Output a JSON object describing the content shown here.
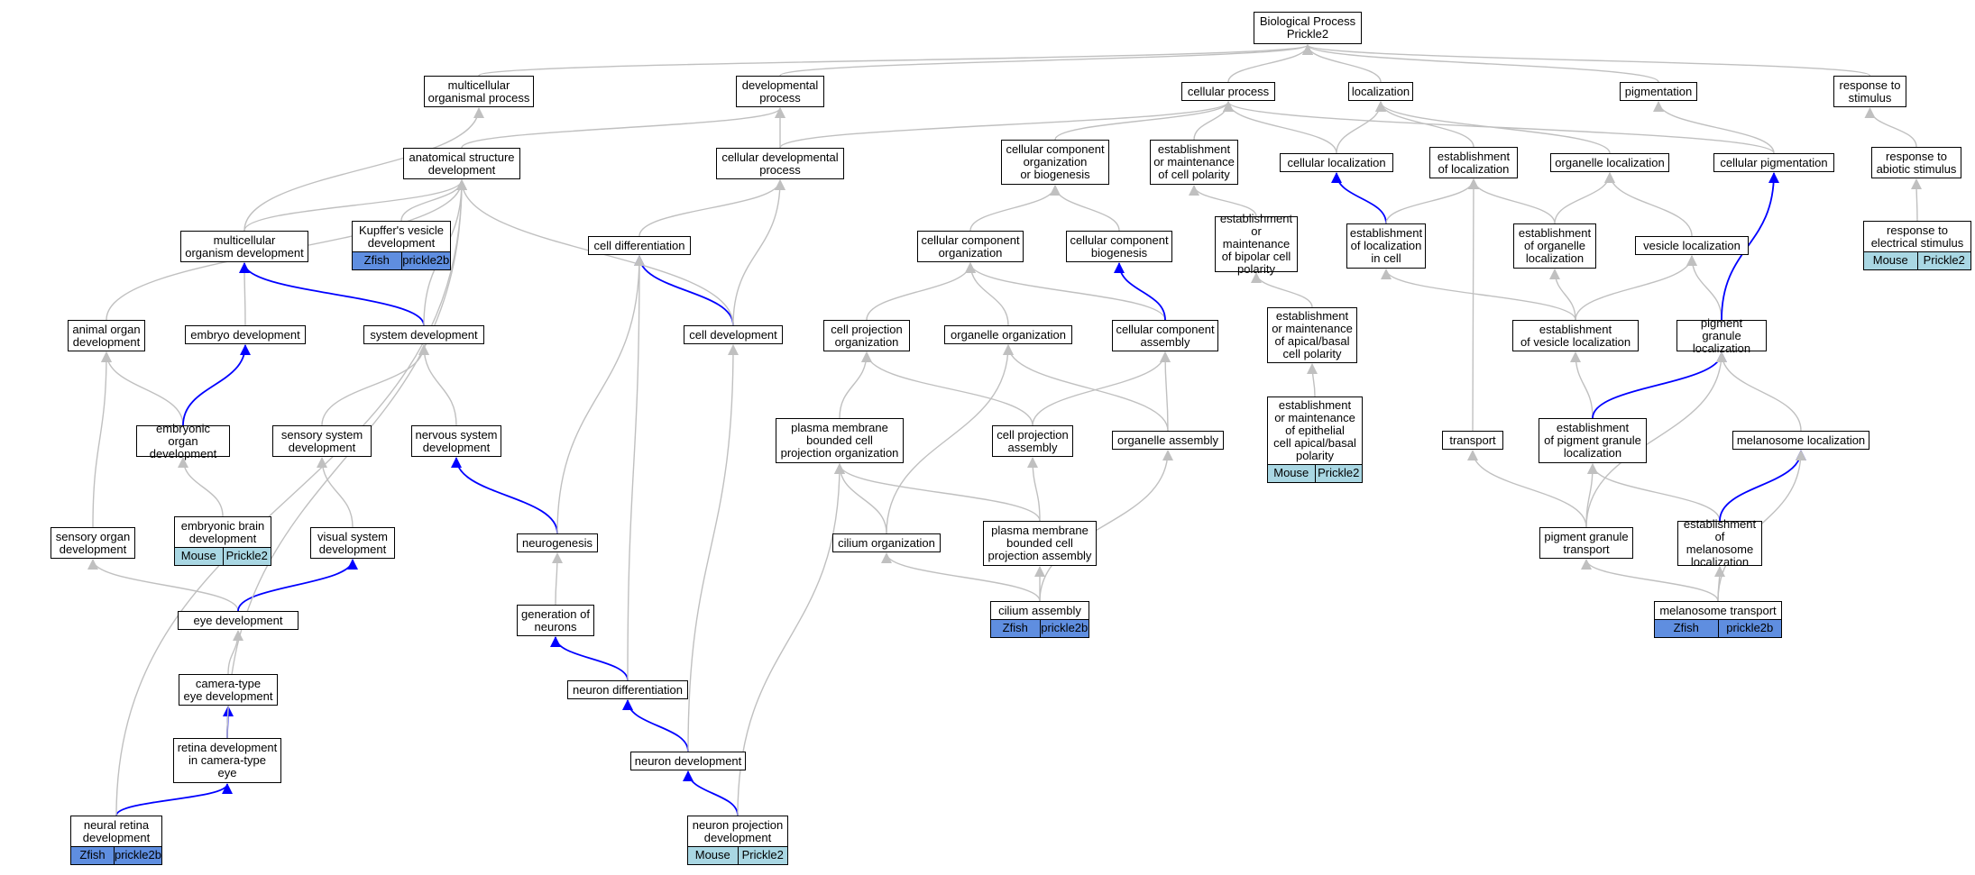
{
  "colors": {
    "edge_default": "#c0c0c0",
    "edge_highlight": "#0000ff",
    "zfish_fill": "#5f8ee0",
    "mouse_fill": "#a9d7e3",
    "node_border": "#000000"
  },
  "nodes": {
    "bp_root": "Biological Process\nPrickle2",
    "multicellular_organismal_process": "multicellular\norganismal process",
    "developmental_process": "developmental\nprocess",
    "cellular_process": "cellular process",
    "localization": "localization",
    "pigmentation": "pigmentation",
    "response_to_stimulus": "response to\nstimulus",
    "anatomical_structure_development": "anatomical structure\ndevelopment",
    "cellular_developmental_process": "cellular developmental\nprocess",
    "cellular_component_org_biogenesis": "cellular component\norganization\nor biogenesis",
    "est_maint_cell_polarity": "establishment\nor maintenance\nof cell polarity",
    "cellular_localization": "cellular localization",
    "establishment_of_localization": "establishment\nof localization",
    "organelle_localization": "organelle localization",
    "cellular_pigmentation": "cellular pigmentation",
    "response_to_abiotic_stimulus": "response to\nabiotic stimulus",
    "multicellular_organism_development": "multicellular\norganism development",
    "kupffers_vesicle_development": "Kupffer's vesicle\ndevelopment",
    "cell_differentiation": "cell differentiation",
    "cellular_component_organization": "cellular component\norganization",
    "cellular_component_biogenesis": "cellular component\nbiogenesis",
    "est_maint_bipolar_cell_polarity": "establishment\nor maintenance\nof bipolar cell\npolarity",
    "establishment_of_localization_in_cell": "establishment\nof localization\nin cell",
    "establishment_of_organelle_localization": "establishment\nof organelle\nlocalization",
    "vesicle_localization": "vesicle localization",
    "response_to_electrical_stimulus": "response to\nelectrical stimulus",
    "animal_organ_development": "animal organ\ndevelopment",
    "embryo_development": "embryo development",
    "system_development": "system development",
    "cell_development": "cell development",
    "cell_projection_organization": "cell projection\norganization",
    "organelle_organization": "organelle organization",
    "cellular_component_assembly": "cellular component\nassembly",
    "est_maint_apical_basal_cell_polarity": "establishment\nor maintenance\nof apical/basal\ncell polarity",
    "establishment_of_vesicle_localization": "establishment\nof vesicle localization",
    "pigment_granule_localization": "pigment granule\nlocalization",
    "embryonic_organ_development": "embryonic organ\ndevelopment",
    "sensory_system_development": "sensory system\ndevelopment",
    "nervous_system_development": "nervous system\ndevelopment",
    "plasma_membrane_bounded_cell_projection_organization": "plasma membrane\nbounded cell\nprojection organization",
    "cell_projection_assembly": "cell projection\nassembly",
    "organelle_assembly": "organelle assembly",
    "est_maint_epithelial_cell_apical_basal_polarity": "establishment\nor maintenance\nof epithelial\ncell apical/basal\npolarity",
    "transport": "transport",
    "establishment_of_pigment_granule_localization": "establishment\nof pigment granule\nlocalization",
    "melanosome_localization": "melanosome localization",
    "embryonic_brain_development": "embryonic brain\ndevelopment",
    "sensory_organ_development": "sensory organ\ndevelopment",
    "visual_system_development": "visual system\ndevelopment",
    "neurogenesis": "neurogenesis",
    "cilium_organization": "cilium organization",
    "plasma_membrane_bounded_cell_projection_assembly": "plasma membrane\nbounded cell\nprojection assembly",
    "pigment_granule_transport": "pigment granule\ntransport",
    "establishment_of_melanosome_localization": "establishment\nof melanosome\nlocalization",
    "eye_development": "eye development",
    "generation_of_neurons": "generation of\nneurons",
    "cilium_assembly": "cilium assembly",
    "melanosome_transport": "melanosome transport",
    "camera_type_eye_development": "camera-type\neye development",
    "neuron_differentiation": "neuron differentiation",
    "retina_development_in_camera_type_eye": "retina development\nin camera-type\neye",
    "neuron_development": "neuron development",
    "neural_retina_development": "neural retina\ndevelopment",
    "neuron_projection_development": "neuron projection\ndevelopment"
  },
  "annotations": {
    "kupffers_vesicle_development": {
      "species": "Zfish",
      "gene": "prickle2b",
      "kind": "zfish"
    },
    "embryonic_brain_development": {
      "species": "Mouse",
      "gene": "Prickle2",
      "kind": "mouse"
    },
    "est_maint_epithelial_cell_apical_basal_polarity": {
      "species": "Mouse",
      "gene": "Prickle2",
      "kind": "mouse"
    },
    "response_to_electrical_stimulus": {
      "species": "Mouse",
      "gene": "Prickle2",
      "kind": "mouse"
    },
    "cilium_assembly": {
      "species": "Zfish",
      "gene": "prickle2b",
      "kind": "zfish"
    },
    "melanosome_transport": {
      "species": "Zfish",
      "gene": "prickle2b",
      "kind": "zfish"
    },
    "neural_retina_development": {
      "species": "Zfish",
      "gene": "prickle2b",
      "kind": "zfish"
    },
    "neuron_projection_development": {
      "species": "Mouse",
      "gene": "Prickle2",
      "kind": "mouse"
    }
  },
  "edges": [
    {
      "child": "multicellular_organismal_process",
      "parent": "bp_root",
      "highlight": false
    },
    {
      "child": "developmental_process",
      "parent": "bp_root",
      "highlight": false
    },
    {
      "child": "cellular_process",
      "parent": "bp_root",
      "highlight": false
    },
    {
      "child": "localization",
      "parent": "bp_root",
      "highlight": false
    },
    {
      "child": "pigmentation",
      "parent": "bp_root",
      "highlight": false
    },
    {
      "child": "response_to_stimulus",
      "parent": "bp_root",
      "highlight": false
    },
    {
      "child": "anatomical_structure_development",
      "parent": "developmental_process",
      "highlight": false
    },
    {
      "child": "cellular_developmental_process",
      "parent": "developmental_process",
      "highlight": false
    },
    {
      "child": "cellular_developmental_process",
      "parent": "cellular_process",
      "highlight": false
    },
    {
      "child": "cellular_component_org_biogenesis",
      "parent": "cellular_process",
      "highlight": false
    },
    {
      "child": "est_maint_cell_polarity",
      "parent": "cellular_process",
      "highlight": false
    },
    {
      "child": "cellular_localization",
      "parent": "cellular_process",
      "highlight": false
    },
    {
      "child": "cellular_localization",
      "parent": "localization",
      "highlight": false
    },
    {
      "child": "establishment_of_localization",
      "parent": "localization",
      "highlight": false
    },
    {
      "child": "organelle_localization",
      "parent": "localization",
      "highlight": false
    },
    {
      "child": "cellular_pigmentation",
      "parent": "cellular_process",
      "highlight": false
    },
    {
      "child": "cellular_pigmentation",
      "parent": "pigmentation",
      "highlight": false
    },
    {
      "child": "response_to_abiotic_stimulus",
      "parent": "response_to_stimulus",
      "highlight": false
    },
    {
      "child": "multicellular_organism_development",
      "parent": "multicellular_organismal_process",
      "highlight": false
    },
    {
      "child": "multicellular_organism_development",
      "parent": "anatomical_structure_development",
      "highlight": false
    },
    {
      "child": "kupffers_vesicle_development",
      "parent": "anatomical_structure_development",
      "highlight": false
    },
    {
      "child": "cell_differentiation",
      "parent": "cellular_developmental_process",
      "highlight": false
    },
    {
      "child": "cellular_component_organization",
      "parent": "cellular_component_org_biogenesis",
      "highlight": false
    },
    {
      "child": "cellular_component_biogenesis",
      "parent": "cellular_component_org_biogenesis",
      "highlight": false
    },
    {
      "child": "est_maint_bipolar_cell_polarity",
      "parent": "est_maint_cell_polarity",
      "highlight": false
    },
    {
      "child": "establishment_of_localization_in_cell",
      "parent": "cellular_localization",
      "highlight": true
    },
    {
      "child": "establishment_of_localization_in_cell",
      "parent": "establishment_of_localization",
      "highlight": false
    },
    {
      "child": "establishment_of_organelle_localization",
      "parent": "establishment_of_localization",
      "highlight": false
    },
    {
      "child": "establishment_of_organelle_localization",
      "parent": "organelle_localization",
      "highlight": false
    },
    {
      "child": "vesicle_localization",
      "parent": "organelle_localization",
      "highlight": false
    },
    {
      "child": "response_to_electrical_stimulus",
      "parent": "response_to_abiotic_stimulus",
      "highlight": false
    },
    {
      "child": "animal_organ_development",
      "parent": "anatomical_structure_development",
      "highlight": false
    },
    {
      "child": "embryo_development",
      "parent": "multicellular_organism_development",
      "highlight": false
    },
    {
      "child": "system_development",
      "parent": "multicellular_organism_development",
      "highlight": true
    },
    {
      "child": "system_development",
      "parent": "anatomical_structure_development",
      "highlight": false
    },
    {
      "child": "cell_development",
      "parent": "cell_differentiation",
      "highlight": true
    },
    {
      "child": "cell_development",
      "parent": "cellular_developmental_process",
      "highlight": false
    },
    {
      "child": "cell_development",
      "parent": "anatomical_structure_development",
      "highlight": false
    },
    {
      "child": "cell_projection_organization",
      "parent": "cellular_component_organization",
      "highlight": false
    },
    {
      "child": "organelle_organization",
      "parent": "cellular_component_organization",
      "highlight": false
    },
    {
      "child": "cellular_component_assembly",
      "parent": "cellular_component_organization",
      "highlight": false
    },
    {
      "child": "cellular_component_assembly",
      "parent": "cellular_component_biogenesis",
      "highlight": true
    },
    {
      "child": "est_maint_apical_basal_cell_polarity",
      "parent": "est_maint_bipolar_cell_polarity",
      "highlight": false
    },
    {
      "child": "establishment_of_vesicle_localization",
      "parent": "establishment_of_localization_in_cell",
      "highlight": false
    },
    {
      "child": "establishment_of_vesicle_localization",
      "parent": "establishment_of_organelle_localization",
      "highlight": false
    },
    {
      "child": "establishment_of_vesicle_localization",
      "parent": "vesicle_localization",
      "highlight": false
    },
    {
      "child": "pigment_granule_localization",
      "parent": "vesicle_localization",
      "highlight": false
    },
    {
      "child": "pigment_granule_localization",
      "parent": "cellular_pigmentation",
      "highlight": true
    },
    {
      "child": "embryonic_organ_development",
      "parent": "animal_organ_development",
      "highlight": false
    },
    {
      "child": "embryonic_organ_development",
      "parent": "embryo_development",
      "highlight": true
    },
    {
      "child": "sensory_system_development",
      "parent": "system_development",
      "highlight": false
    },
    {
      "child": "nervous_system_development",
      "parent": "system_development",
      "highlight": false
    },
    {
      "child": "plasma_membrane_bounded_cell_projection_organization",
      "parent": "cell_projection_organization",
      "highlight": false
    },
    {
      "child": "cell_projection_assembly",
      "parent": "cell_projection_organization",
      "highlight": false
    },
    {
      "child": "cell_projection_assembly",
      "parent": "cellular_component_assembly",
      "highlight": false
    },
    {
      "child": "organelle_assembly",
      "parent": "organelle_organization",
      "highlight": false
    },
    {
      "child": "organelle_assembly",
      "parent": "cellular_component_assembly",
      "highlight": false
    },
    {
      "child": "est_maint_epithelial_cell_apical_basal_polarity",
      "parent": "est_maint_apical_basal_cell_polarity",
      "highlight": false
    },
    {
      "child": "transport",
      "parent": "establishment_of_localization",
      "highlight": false
    },
    {
      "child": "establishment_of_pigment_granule_localization",
      "parent": "establishment_of_vesicle_localization",
      "highlight": false
    },
    {
      "child": "establishment_of_pigment_granule_localization",
      "parent": "pigment_granule_localization",
      "highlight": true
    },
    {
      "child": "melanosome_localization",
      "parent": "pigment_granule_localization",
      "highlight": false
    },
    {
      "child": "embryonic_brain_development",
      "parent": "embryonic_organ_development",
      "highlight": false
    },
    {
      "child": "sensory_organ_development",
      "parent": "animal_organ_development",
      "highlight": false
    },
    {
      "child": "visual_system_development",
      "parent": "sensory_system_development",
      "highlight": false
    },
    {
      "child": "neurogenesis",
      "parent": "nervous_system_development",
      "highlight": true
    },
    {
      "child": "neurogenesis",
      "parent": "cell_differentiation",
      "highlight": false
    },
    {
      "child": "cilium_organization",
      "parent": "plasma_membrane_bounded_cell_projection_organization",
      "highlight": false
    },
    {
      "child": "cilium_organization",
      "parent": "organelle_organization",
      "highlight": false
    },
    {
      "child": "plasma_membrane_bounded_cell_projection_assembly",
      "parent": "plasma_membrane_bounded_cell_projection_organization",
      "highlight": false
    },
    {
      "child": "plasma_membrane_bounded_cell_projection_assembly",
      "parent": "cell_projection_assembly",
      "highlight": false
    },
    {
      "child": "pigment_granule_transport",
      "parent": "transport",
      "highlight": false
    },
    {
      "child": "pigment_granule_transport",
      "parent": "establishment_of_pigment_granule_localization",
      "highlight": false
    },
    {
      "child": "pigment_granule_transport",
      "parent": "pigment_granule_localization",
      "highlight": false
    },
    {
      "child": "establishment_of_melanosome_localization",
      "parent": "establishment_of_pigment_granule_localization",
      "highlight": false
    },
    {
      "child": "establishment_of_melanosome_localization",
      "parent": "melanosome_localization",
      "highlight": true
    },
    {
      "child": "eye_development",
      "parent": "sensory_organ_development",
      "highlight": false
    },
    {
      "child": "eye_development",
      "parent": "visual_system_development",
      "highlight": true
    },
    {
      "child": "generation_of_neurons",
      "parent": "neurogenesis",
      "highlight": false
    },
    {
      "child": "cilium_assembly",
      "parent": "cilium_organization",
      "highlight": false
    },
    {
      "child": "cilium_assembly",
      "parent": "plasma_membrane_bounded_cell_projection_assembly",
      "highlight": false
    },
    {
      "child": "cilium_assembly",
      "parent": "organelle_assembly",
      "highlight": false
    },
    {
      "child": "melanosome_transport",
      "parent": "pigment_granule_transport",
      "highlight": false
    },
    {
      "child": "melanosome_transport",
      "parent": "establishment_of_melanosome_localization",
      "highlight": false
    },
    {
      "child": "melanosome_transport",
      "parent": "melanosome_localization",
      "highlight": false
    },
    {
      "child": "camera_type_eye_development",
      "parent": "eye_development",
      "highlight": false
    },
    {
      "child": "neuron_differentiation",
      "parent": "generation_of_neurons",
      "highlight": true
    },
    {
      "child": "neuron_differentiation",
      "parent": "cell_differentiation",
      "highlight": false
    },
    {
      "child": "retina_development_in_camera_type_eye",
      "parent": "camera_type_eye_development",
      "highlight": true
    },
    {
      "child": "retina_development_in_camera_type_eye",
      "parent": "anatomical_structure_development",
      "highlight": false
    },
    {
      "child": "neuron_development",
      "parent": "neuron_differentiation",
      "highlight": true
    },
    {
      "child": "neuron_development",
      "parent": "cell_development",
      "highlight": false
    },
    {
      "child": "neural_retina_development",
      "parent": "retina_development_in_camera_type_eye",
      "highlight": true
    },
    {
      "child": "neural_retina_development",
      "parent": "anatomical_structure_development",
      "highlight": false
    },
    {
      "child": "neuron_projection_development",
      "parent": "neuron_development",
      "highlight": true
    },
    {
      "child": "neuron_projection_development",
      "parent": "plasma_membrane_bounded_cell_projection_organization",
      "highlight": false
    }
  ]
}
